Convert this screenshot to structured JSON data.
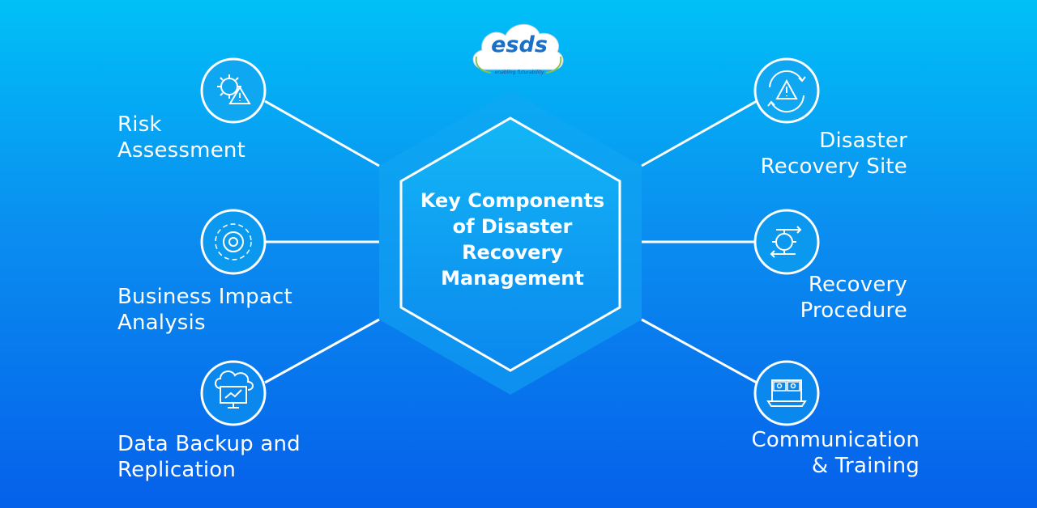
{
  "logo": {
    "text": "esds",
    "tagline": "enabling futurability"
  },
  "center": {
    "lines": [
      "Key Components",
      "of Disaster",
      "Recovery",
      "Management"
    ]
  },
  "components": {
    "risk": {
      "lines": [
        "Risk",
        "Assessment"
      ],
      "icon": "gear-warning-icon"
    },
    "bia": {
      "lines": [
        "Business Impact",
        "Analysis"
      ],
      "icon": "cycle-gear-icon"
    },
    "backup": {
      "lines": [
        "Data Backup and",
        "Replication"
      ],
      "icon": "cloud-monitor-icon"
    },
    "drsite": {
      "lines": [
        "Disaster",
        "Recovery Site"
      ],
      "icon": "refresh-warning-icon"
    },
    "procedure": {
      "lines": [
        "Recovery",
        "Procedure"
      ],
      "icon": "gear-arrows-icon"
    },
    "comm": {
      "lines": [
        "Communication",
        "& Training"
      ],
      "icon": "video-conference-icon"
    }
  },
  "colors": {
    "bg_top": "#00c0f7",
    "bg_bottom": "#0560ea",
    "line": "#ffffff",
    "logo_blue": "#1a6fc7"
  }
}
